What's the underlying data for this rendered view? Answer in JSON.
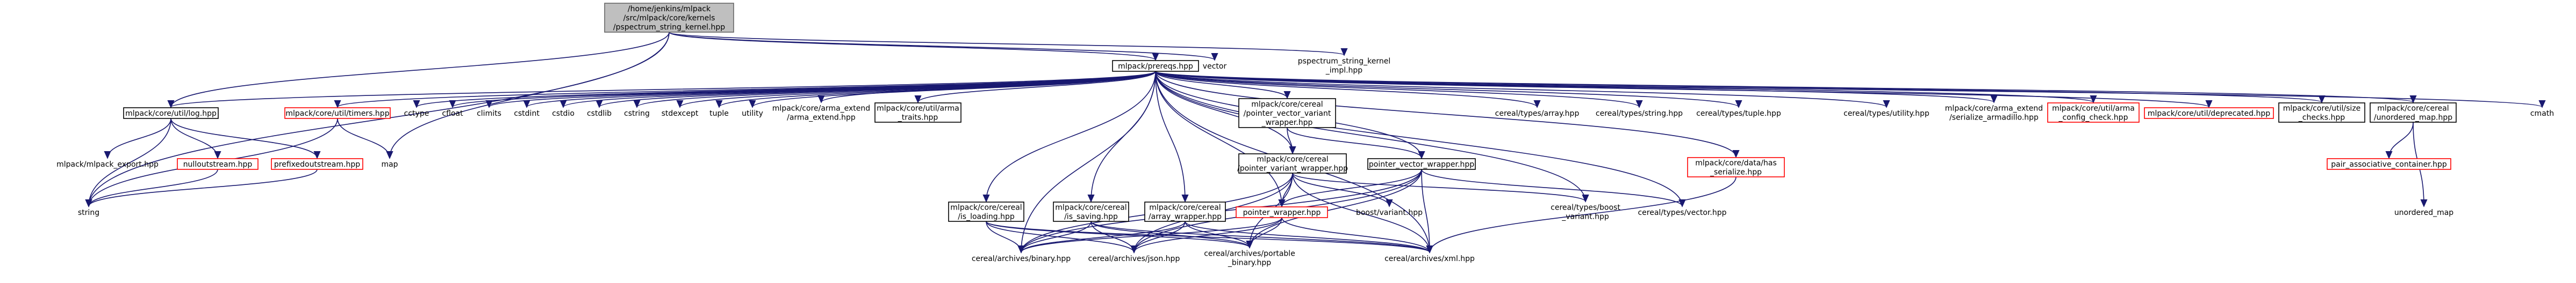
{
  "graph": {
    "root": {
      "lines": [
        "/home/jenkins/mlpack",
        "/src/mlpack/core/kernels",
        "/pspectrum_string_kernel.hpp"
      ]
    },
    "nodes": {
      "vector_top": {
        "lines": [
          "vector"
        ]
      },
      "pspectrum_impl": {
        "lines": [
          "pspectrum_string_kernel",
          "_impl.hpp"
        ]
      },
      "prereqs": {
        "lines": [
          "mlpack/prereqs.hpp"
        ]
      },
      "log": {
        "lines": [
          "mlpack/core/util/log.hpp"
        ]
      },
      "timers": {
        "lines": [
          "mlpack/core/util/timers.hpp"
        ]
      },
      "cctype": {
        "lines": [
          "cctype"
        ]
      },
      "cfloat": {
        "lines": [
          "cfloat"
        ]
      },
      "climits": {
        "lines": [
          "climits"
        ]
      },
      "cstdint": {
        "lines": [
          "cstdint"
        ]
      },
      "cstdio": {
        "lines": [
          "cstdio"
        ]
      },
      "cstdlib": {
        "lines": [
          "cstdlib"
        ]
      },
      "cstring": {
        "lines": [
          "cstring"
        ]
      },
      "stdexcept": {
        "lines": [
          "stdexcept"
        ]
      },
      "tuple": {
        "lines": [
          "tuple"
        ]
      },
      "utility": {
        "lines": [
          "utility"
        ]
      },
      "arma_extend": {
        "lines": [
          "mlpack/core/arma_extend",
          "/arma_extend.hpp"
        ]
      },
      "arma_traits": {
        "lines": [
          "mlpack/core/util/arma",
          "_traits.hpp"
        ]
      },
      "pvw_cereal": {
        "lines": [
          "mlpack/core/cereal",
          "/pointer_vector_variant",
          "_wrapper.hpp"
        ]
      },
      "pvarw_cereal": {
        "lines": [
          "mlpack/core/cereal",
          "/pointer_variant_wrapper.hpp"
        ]
      },
      "ptr_vec_wrapper": {
        "lines": [
          "pointer_vector_wrapper.hpp"
        ]
      },
      "is_loading": {
        "lines": [
          "mlpack/core/cereal",
          "/is_loading.hpp"
        ]
      },
      "is_saving": {
        "lines": [
          "mlpack/core/cereal",
          "/is_saving.hpp"
        ]
      },
      "array_wrapper": {
        "lines": [
          "mlpack/core/cereal",
          "/array_wrapper.hpp"
        ]
      },
      "pointer_wrapper": {
        "lines": [
          "pointer_wrapper.hpp"
        ]
      },
      "boost_variant": {
        "lines": [
          "boost/variant.hpp"
        ]
      },
      "cereal_boost_variant": {
        "lines": [
          "cereal/types/boost",
          "_variant.hpp"
        ]
      },
      "cereal_vector": {
        "lines": [
          "cereal/types/vector.hpp"
        ]
      },
      "binary": {
        "lines": [
          "cereal/archives/binary.hpp"
        ]
      },
      "json": {
        "lines": [
          "cereal/archives/json.hpp"
        ]
      },
      "portable_binary": {
        "lines": [
          "cereal/archives/portable",
          "_binary.hpp"
        ]
      },
      "xml": {
        "lines": [
          "cereal/archives/xml.hpp"
        ]
      },
      "cereal_array": {
        "lines": [
          "cereal/types/array.hpp"
        ]
      },
      "cereal_string": {
        "lines": [
          "cereal/types/string.hpp"
        ]
      },
      "cereal_tuple": {
        "lines": [
          "cereal/types/tuple.hpp"
        ]
      },
      "cereal_utility": {
        "lines": [
          "cereal/types/utility.hpp"
        ]
      },
      "has_serialize": {
        "lines": [
          "mlpack/core/data/has",
          "_serialize.hpp"
        ]
      },
      "armadillo_ext": {
        "lines": [
          "mlpack/core/arma_extend",
          "/serialize_armadillo.hpp"
        ]
      },
      "arma_config": {
        "lines": [
          "mlpack/core/util/arma",
          "_config_check.hpp"
        ]
      },
      "deprecated": {
        "lines": [
          "mlpack/core/util/deprecated.hpp"
        ]
      },
      "size_checks": {
        "lines": [
          "mlpack/core/util/size",
          "_checks.hpp"
        ]
      },
      "unordered_map_cereal": {
        "lines": [
          "mlpack/core/cereal",
          "/unordered_map.hpp"
        ]
      },
      "pair_assoc": {
        "lines": [
          "pair_associative_container.hpp"
        ]
      },
      "unordered_map": {
        "lines": [
          "unordered_map"
        ]
      },
      "cmath": {
        "lines": [
          "cmath"
        ]
      },
      "mlpack_export": {
        "lines": [
          "mlpack/mlpack_export.hpp"
        ]
      },
      "nulloutstream": {
        "lines": [
          "nulloutstream.hpp"
        ]
      },
      "prefixedoutstream": {
        "lines": [
          "prefixedoutstream.hpp"
        ]
      },
      "map": {
        "lines": [
          "map"
        ]
      },
      "string": {
        "lines": [
          "string"
        ]
      }
    }
  }
}
